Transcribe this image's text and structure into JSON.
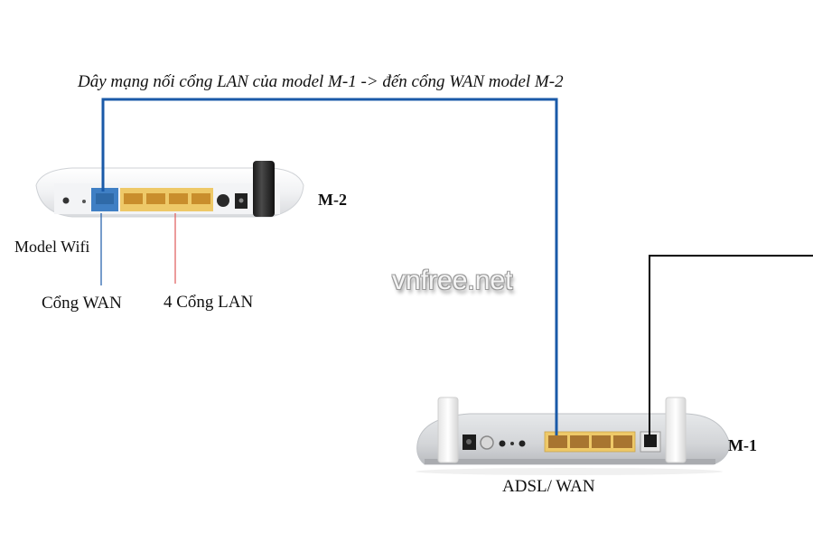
{
  "diagram": {
    "caption": "Dây mạng nối cổng LAN của model M-1 -> đến cổng WAN model M-2",
    "watermark": "vnfree.net",
    "devices": {
      "m2": {
        "label": "M-2",
        "type_label": "Model Wifi",
        "ports": {
          "wan_label": "Cổng WAN",
          "lan_label": "4 Cổng LAN",
          "lan_count": 4
        }
      },
      "m1": {
        "label": "M-1",
        "port_label": "ADSL/ WAN",
        "lan_count": 4
      }
    },
    "connections": [
      {
        "from": "M-1 LAN",
        "to": "M-2 WAN",
        "color": "#1a5aa8"
      },
      {
        "from": "M-1 LINE",
        "to": "external",
        "color": "#000000"
      }
    ],
    "colors": {
      "cable_blue": "#1a5aa8",
      "cable_black": "#000000",
      "lan_port": "#eec968",
      "wan_port": "#3f7fc4",
      "pointer_lan": "#e05a5a"
    }
  }
}
